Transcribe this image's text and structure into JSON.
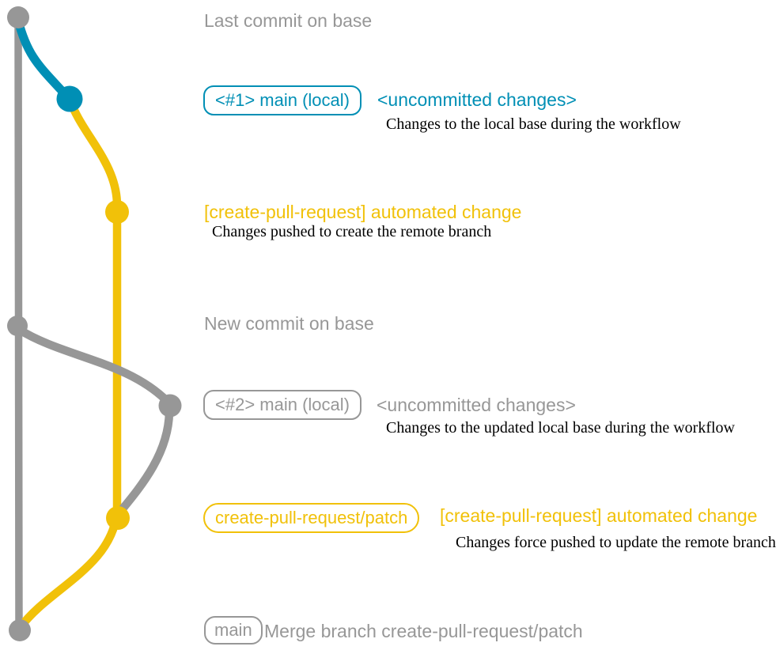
{
  "colors": {
    "gray": "#979797",
    "blue": "#008fb5",
    "yellow": "#f1c109",
    "caption": "#000000",
    "bg": "#ffffff"
  },
  "graph": {
    "branches": {
      "base": "main (remote base, gray)",
      "local": "main (local, blue/gray)",
      "patch": "create-pull-request/patch (yellow)"
    },
    "rows": {
      "last_base": {
        "label": "Last commit on base"
      },
      "local1": {
        "branch_badge": "<#1> main (local)",
        "message": "<uncommitted changes>",
        "caption": "Changes to the local base during the workflow"
      },
      "push1": {
        "message": "[create-pull-request] automated change",
        "caption": "Changes pushed to create the remote branch"
      },
      "new_base": {
        "label": "New commit on base"
      },
      "local2": {
        "branch_badge": "<#2> main (local)",
        "message": "<uncommitted changes>",
        "caption": "Changes to the updated local base during the workflow"
      },
      "push2": {
        "branch_badge": "create-pull-request/patch",
        "message": "[create-pull-request] automated change",
        "caption": "Changes force pushed to update the remote branch"
      },
      "merge": {
        "branch_badge": "main",
        "message": "Merge branch create-pull-request/patch"
      }
    }
  }
}
